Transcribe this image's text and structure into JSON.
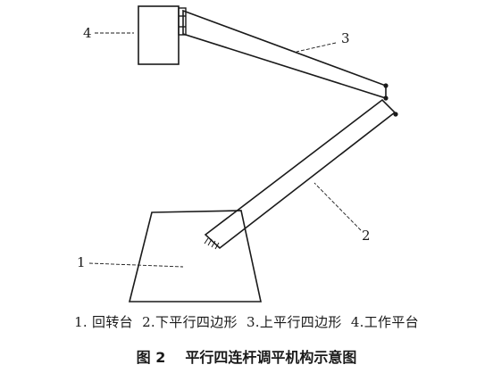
{
  "labels": {
    "part1": "1",
    "part2": "2",
    "part3": "3",
    "part4": "4"
  },
  "legend": {
    "items": [
      "1. 回转台",
      "2.下平行四边形",
      "3.上平行四边形",
      "4.工作平台"
    ]
  },
  "caption": {
    "number": "图 2",
    "title": "平行四连杆调平机构示意图"
  },
  "colors": {
    "ink": "#1a1a1a",
    "paper": "#ffffff"
  }
}
